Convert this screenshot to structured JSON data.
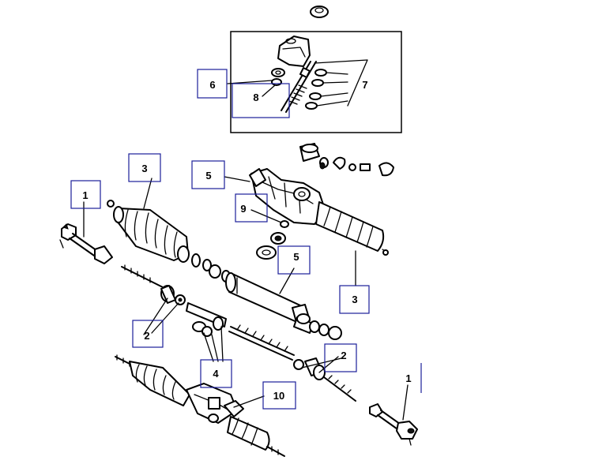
{
  "callouts": {
    "c1_left": "1",
    "c1_right": "1",
    "c2_left": "2",
    "c2_right": "2",
    "c3_left": "3",
    "c3_right": "3",
    "c4": "4",
    "c5_top": "5",
    "c5_mid": "5",
    "c6": "6",
    "c7": "7",
    "c8": "8",
    "c9": "9",
    "c10": "10"
  },
  "colors": {
    "line": "#000000",
    "callout_box": "#1b1f9a",
    "background": "#ffffff"
  }
}
